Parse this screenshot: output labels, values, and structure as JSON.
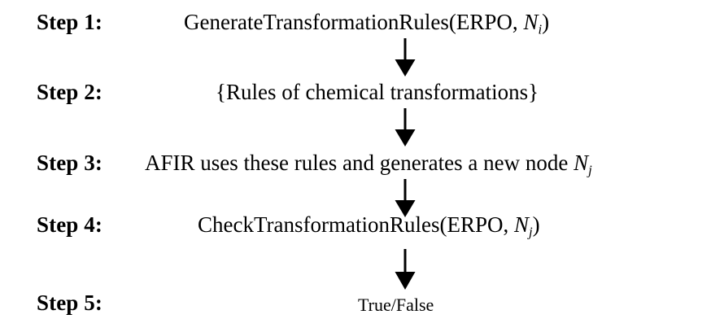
{
  "figure": {
    "type": "flowchart",
    "orientation": "vertical",
    "background_color": "#ffffff",
    "text_color": "#000000",
    "arrow_color": "#000000"
  },
  "steps": [
    {
      "label": "Step 1:",
      "content_prefix": "GenerateTransformationRules(ERPO, ",
      "content_var": "N",
      "content_sub": "i",
      "content_suffix": ")",
      "content_plain": "GenerateTransformationRules(ERPO, Ni)"
    },
    {
      "label": "Step 2:",
      "content_prefix": "{Rules of chemical transformations}",
      "content_var": "",
      "content_sub": "",
      "content_suffix": "",
      "content_plain": "{Rules of chemical transformations}"
    },
    {
      "label": "Step 3:",
      "content_prefix": "AFIR uses these rules and generates a new node ",
      "content_var": "N",
      "content_sub": "j",
      "content_suffix": "",
      "content_plain": "AFIR uses these rules and generates a new node Nj"
    },
    {
      "label": "Step 4:",
      "content_prefix": "CheckTransformationRules(ERPO, ",
      "content_var": "N",
      "content_sub": "j",
      "content_suffix": ")",
      "content_plain": "CheckTransformationRules(ERPO, Nj)"
    },
    {
      "label": "Step 5:",
      "content_prefix": "True/False",
      "content_var": "",
      "content_sub": "",
      "content_suffix": "",
      "content_plain": "True/False"
    }
  ],
  "arrows": [
    {
      "name": "arrow-step1-to-step2",
      "from": "Step 1:",
      "to": "Step 2:"
    },
    {
      "name": "arrow-step2-to-step3",
      "from": "Step 2:",
      "to": "Step 3:"
    },
    {
      "name": "arrow-step3-to-step4",
      "from": "Step 3:",
      "to": "Step 4:"
    },
    {
      "name": "arrow-step4-to-step5",
      "from": "Step 4:",
      "to": "Step 5:"
    }
  ]
}
